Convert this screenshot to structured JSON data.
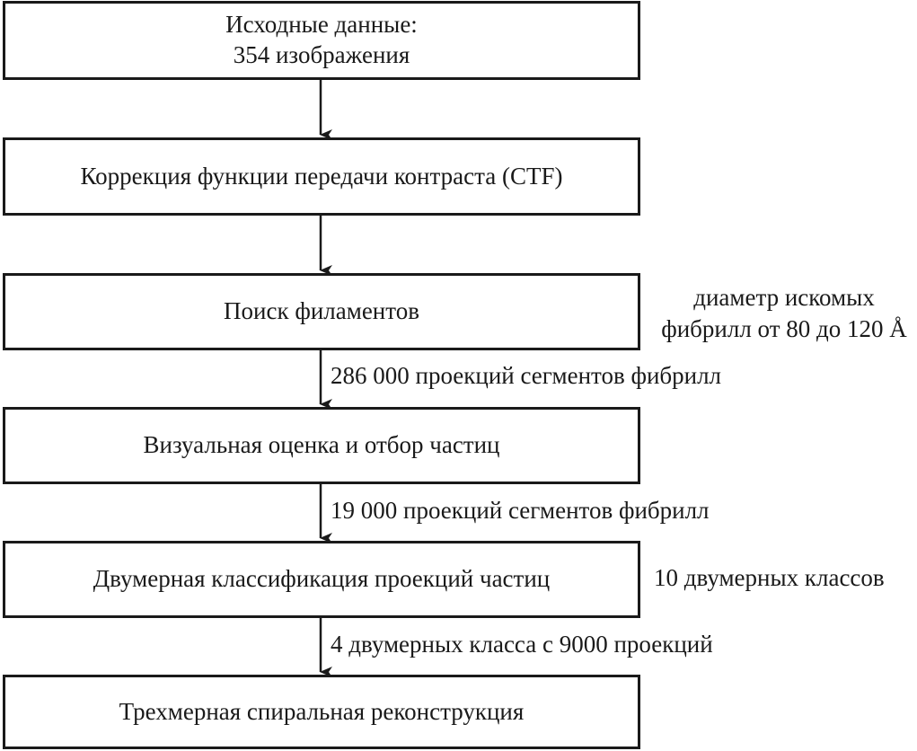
{
  "boxes": {
    "input": {
      "line1": "Исходные данные:",
      "line2": "354 изображения"
    },
    "ctf": "Коррекция функции передачи контраста (CTF)",
    "filament_search": "Поиск филаментов",
    "visual_selection": "Визуальная оценка и отбор частиц",
    "classification_2d": "Двумерная классификация проекций частиц",
    "reconstruction_3d": "Трехмерная спиральная реконструкция"
  },
  "side_notes": {
    "fibril_diameter": {
      "line1": "диаметр искомых",
      "line2": "фибрилл от 80 до 120 Å"
    },
    "class_count": "10 двумерных классов"
  },
  "arrow_labels": {
    "after_search": "286 000 проекций сегментов фибрилл",
    "after_selection": "19 000 проекций сегментов фибрилл",
    "after_classification": "4 двумерных класса с 9000 проекций"
  }
}
